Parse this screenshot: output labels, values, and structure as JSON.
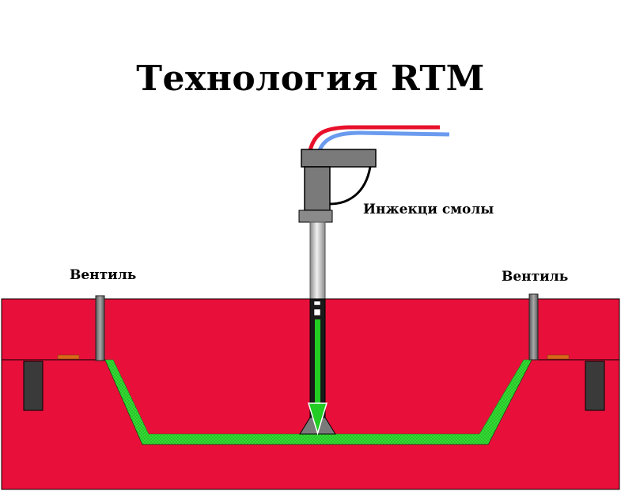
{
  "title": "Технология RTM",
  "labels": {
    "resin_injection": "Инжекци смолы",
    "valve_left": "Вентиль",
    "valve_right": "Вентиль"
  },
  "colors": {
    "mold": "#e8103a",
    "mold_outline": "#000000",
    "resin": "#33dd33",
    "resin_dots": "#1a7a1a",
    "injector_body": "#7a7a7a",
    "injector_pipe": "#c0c0c0",
    "line_red": "#e8102a",
    "line_blue": "#6b9bef",
    "seal": "#d9661a",
    "clamp": "#3a3a3a",
    "arrow": "#22cc22"
  }
}
